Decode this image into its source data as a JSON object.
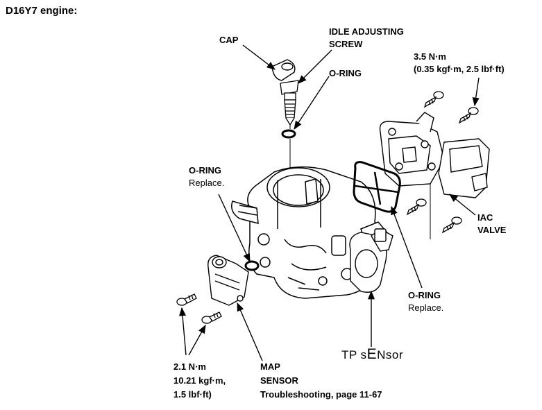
{
  "title": "D16Y7 engine:",
  "labels": {
    "cap": "CAP",
    "idle_line1": "IDLE ADJUSTING",
    "idle_line2": "SCREW",
    "oring_top": "O-RING",
    "torque_top_line1": "3.5 N·m",
    "torque_top_line2": "(0.35 kgf·m, 2.5 lbf·ft)",
    "oring_left": "O-RING",
    "oring_left_note": "Replace.",
    "iac_line1": "IAC",
    "iac_line2": "VALVE",
    "oring_right": "O-RING",
    "oring_right_note": "Replace.",
    "tp_sensor_a": "TP s",
    "tp_sensor_b": "E",
    "tp_sensor_c": "Nsor",
    "torque_bottom_line1": "2.1 N·m",
    "torque_bottom_line2": "10.21 kgf·m,",
    "torque_bottom_line3": "1.5 lbf·ft)",
    "map_line1": "MAP",
    "map_line2": "SENSOR",
    "map_line3": "Troubleshooting, page 11-67"
  }
}
